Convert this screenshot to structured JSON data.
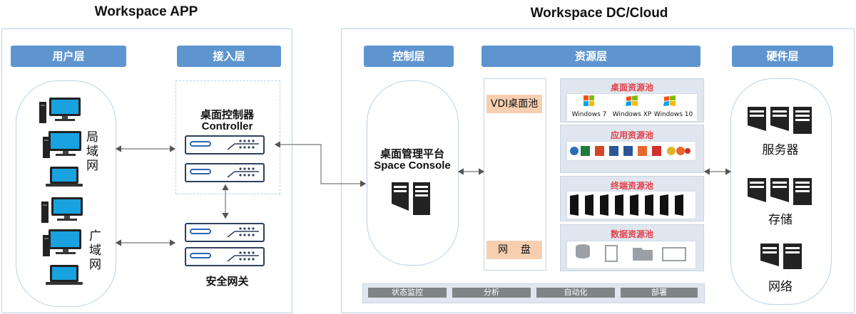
{
  "titles": {
    "left": "Workspace APP",
    "right": "Workspace DC/Cloud"
  },
  "headers": {
    "user": "用户层",
    "access": "接入层",
    "control": "控制层",
    "resource": "资源层",
    "hardware": "硬件层"
  },
  "user_layer": {
    "lan": "局\n域\n网",
    "wan": "广\n域\n网"
  },
  "access_layer": {
    "controller_cn": "桌面控制器",
    "controller_en": "Controller",
    "gateway": "安全网关"
  },
  "control_layer": {
    "platform_cn": "桌面管理平台",
    "platform_en": "Space Console"
  },
  "storage_column": {
    "vdi": "VDI桌面池",
    "netdisk": "网    盘"
  },
  "pools": {
    "desktop": {
      "title": "桌面资源池",
      "os": [
        "Windows 7",
        "Windows XP",
        "Windows 10"
      ]
    },
    "app": {
      "title": "应用资源池"
    },
    "terminal": {
      "title": "终端资源池"
    },
    "data": {
      "title": "数据资源池"
    }
  },
  "hardware": {
    "server": "服务器",
    "storage": "存储",
    "network": "网络"
  },
  "footer": [
    "状态监控",
    "分析",
    "自动化",
    "部署"
  ],
  "colors": {
    "header_blue": "#5e95cf",
    "pool_title_red": "#e2414a",
    "orange_box": "#f7cfb0",
    "footer_gray": "#7f8487"
  }
}
